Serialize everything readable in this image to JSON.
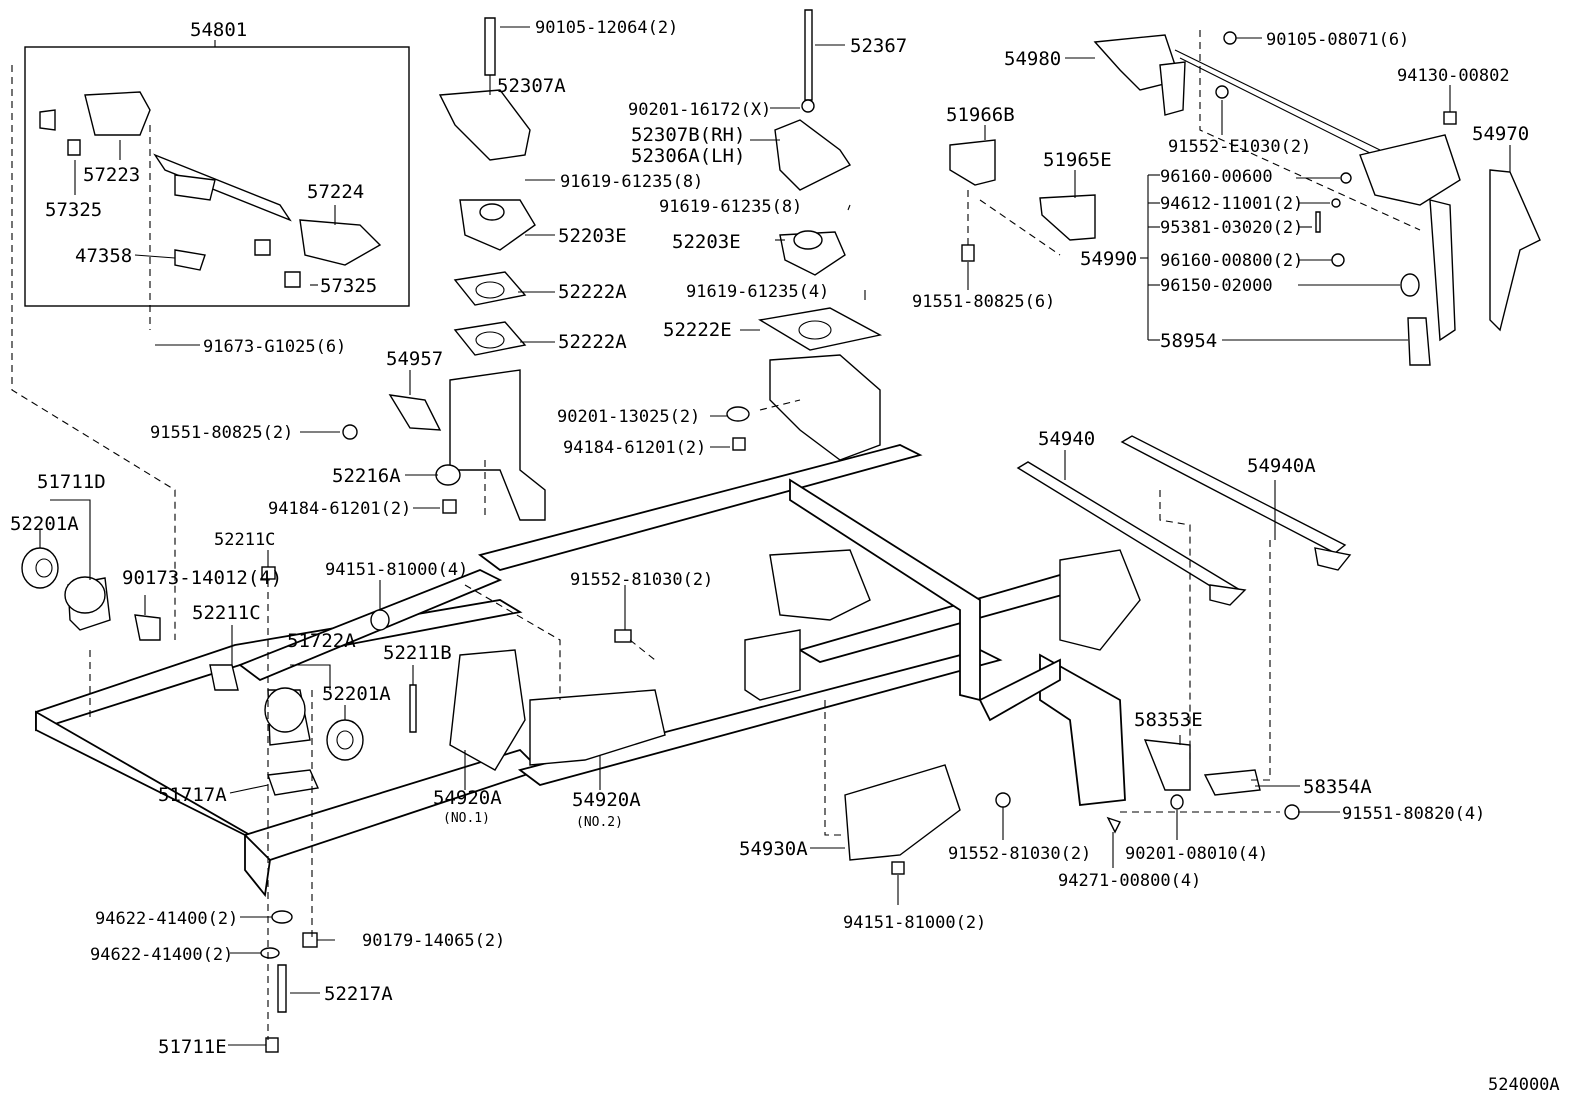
{
  "diagram_code": "524000A",
  "labels": [
    {
      "id": "p54801",
      "text": "54801"
    },
    {
      "id": "p57223",
      "text": "57223"
    },
    {
      "id": "p57325a",
      "text": "57325"
    },
    {
      "id": "p57224",
      "text": "57224"
    },
    {
      "id": "p47358",
      "text": "47358"
    },
    {
      "id": "p57325b",
      "text": "57325"
    },
    {
      "id": "p91673",
      "text": "91673-G1025(6)"
    },
    {
      "id": "p90105a",
      "text": "90105-12064(2)"
    },
    {
      "id": "p52307A",
      "text": "52307A"
    },
    {
      "id": "p91619a",
      "text": "91619-61235(8)"
    },
    {
      "id": "p52203Ea",
      "text": "52203E"
    },
    {
      "id": "p52222Aa",
      "text": "52222A"
    },
    {
      "id": "p52222Ab",
      "text": "52222A"
    },
    {
      "id": "p52367",
      "text": "52367"
    },
    {
      "id": "p90201a",
      "text": "90201-16172(X)"
    },
    {
      "id": "p52307B",
      "text": "52307B(RH)"
    },
    {
      "id": "p52306A",
      "text": "52306A(LH)"
    },
    {
      "id": "p91619b",
      "text": "91619-61235(8)"
    },
    {
      "id": "p52203Eb",
      "text": "52203E"
    },
    {
      "id": "p91619c",
      "text": "91619-61235(4)"
    },
    {
      "id": "p52222E",
      "text": "52222E"
    },
    {
      "id": "p54957",
      "text": "54957"
    },
    {
      "id": "p91551a",
      "text": "91551-80825(2)"
    },
    {
      "id": "p90201b",
      "text": "90201-13025(2)"
    },
    {
      "id": "p94184a",
      "text": "94184-61201(2)"
    },
    {
      "id": "p52216A",
      "text": "52216A"
    },
    {
      "id": "p94184b",
      "text": "94184-61201(2)"
    },
    {
      "id": "p51711D",
      "text": "51711D"
    },
    {
      "id": "p52201Aa",
      "text": "52201A"
    },
    {
      "id": "p52211Ca",
      "text": "52211C"
    },
    {
      "id": "p90173",
      "text": "90173-14012(4)"
    },
    {
      "id": "p94151a",
      "text": "94151-81000(4)"
    },
    {
      "id": "p91552a",
      "text": "91552-81030(2)"
    },
    {
      "id": "p52211Cb",
      "text": "52211C"
    },
    {
      "id": "p51722A",
      "text": "51722A"
    },
    {
      "id": "p52211B",
      "text": "52211B"
    },
    {
      "id": "p52201Ab",
      "text": "52201A"
    },
    {
      "id": "p51717A",
      "text": "51717A"
    },
    {
      "id": "p54920A1",
      "text": "54920A"
    },
    {
      "id": "p54920A1n",
      "text": "(NO.1)"
    },
    {
      "id": "p54920A2",
      "text": "54920A"
    },
    {
      "id": "p54920A2n",
      "text": "(NO.2)"
    },
    {
      "id": "p94622a",
      "text": "94622-41400(2)"
    },
    {
      "id": "p94622b",
      "text": "94622-41400(2)"
    },
    {
      "id": "p90179",
      "text": "90179-14065(2)"
    },
    {
      "id": "p52217A",
      "text": "52217A"
    },
    {
      "id": "p51711E",
      "text": "51711E"
    },
    {
      "id": "p54980",
      "text": "54980"
    },
    {
      "id": "p90105b",
      "text": "90105-08071(6)"
    },
    {
      "id": "p94130",
      "text": "94130-00802"
    },
    {
      "id": "p91552E",
      "text": "91552-E1030(2)"
    },
    {
      "id": "p54970",
      "text": "54970"
    },
    {
      "id": "p51966B",
      "text": "51966B"
    },
    {
      "id": "p51965E",
      "text": "51965E"
    },
    {
      "id": "p96160a",
      "text": "96160-00600"
    },
    {
      "id": "p94612",
      "text": "94612-11001(2)"
    },
    {
      "id": "p95381",
      "text": "95381-03020(2)"
    },
    {
      "id": "p54990",
      "text": "54990"
    },
    {
      "id": "p96160b",
      "text": "96160-00800(2)"
    },
    {
      "id": "p96150",
      "text": "96150-02000"
    },
    {
      "id": "p91551b",
      "text": "91551-80825(6)"
    },
    {
      "id": "p58954",
      "text": "58954"
    },
    {
      "id": "p54940",
      "text": "54940"
    },
    {
      "id": "p54940A",
      "text": "54940A"
    },
    {
      "id": "p58353E",
      "text": "58353E"
    },
    {
      "id": "p58354A",
      "text": "58354A"
    },
    {
      "id": "p91551c",
      "text": "91551-80820(4)"
    },
    {
      "id": "p54930A",
      "text": "54930A"
    },
    {
      "id": "p91552b",
      "text": "91552-81030(2)"
    },
    {
      "id": "p90201c",
      "text": "90201-08010(4)"
    },
    {
      "id": "p94271",
      "text": "94271-00800(4)"
    },
    {
      "id": "p94151b",
      "text": "94151-81000(2)"
    }
  ]
}
